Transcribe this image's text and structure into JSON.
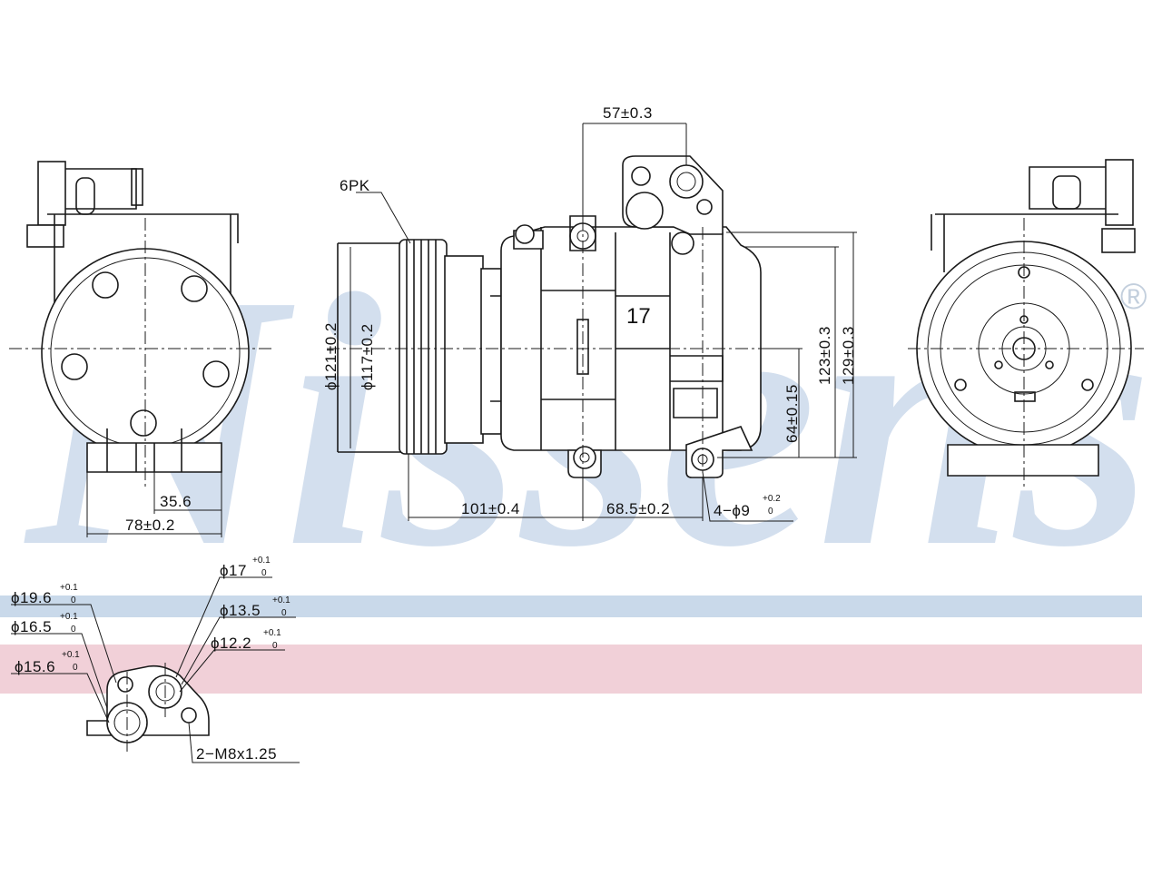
{
  "watermark": {
    "brand": "Nissens",
    "registered_mark": "®",
    "color": "#d3dfee"
  },
  "bands": {
    "blue": "#c9d9ea",
    "pink": "#f1d0d8"
  },
  "labels": {
    "belt": "6PK",
    "part_no": "17",
    "dim_57": "57±0.3",
    "dim_121": "ϕ121±0.2",
    "dim_117": "ϕ117±0.2",
    "dim_123": "123±0.3",
    "dim_129": "129±0.3",
    "dim_64": "64±0.15",
    "dim_35": "35.6",
    "dim_78": "78±0.2",
    "dim_101": "101±0.4",
    "dim_68": "68.5±0.2",
    "holes": "4−ϕ9",
    "holes_tol_plus": "+0.2",
    "holes_tol_zero": "0",
    "port_19": "ϕ19.6",
    "port_16": "ϕ16.5",
    "port_15": "ϕ15.6",
    "port_17": "ϕ17",
    "port_13": "ϕ13.5",
    "port_12": "ϕ12.2",
    "tol_plus": "+0.1",
    "tol_zero": "0",
    "thread": "2−M8x1.25"
  }
}
